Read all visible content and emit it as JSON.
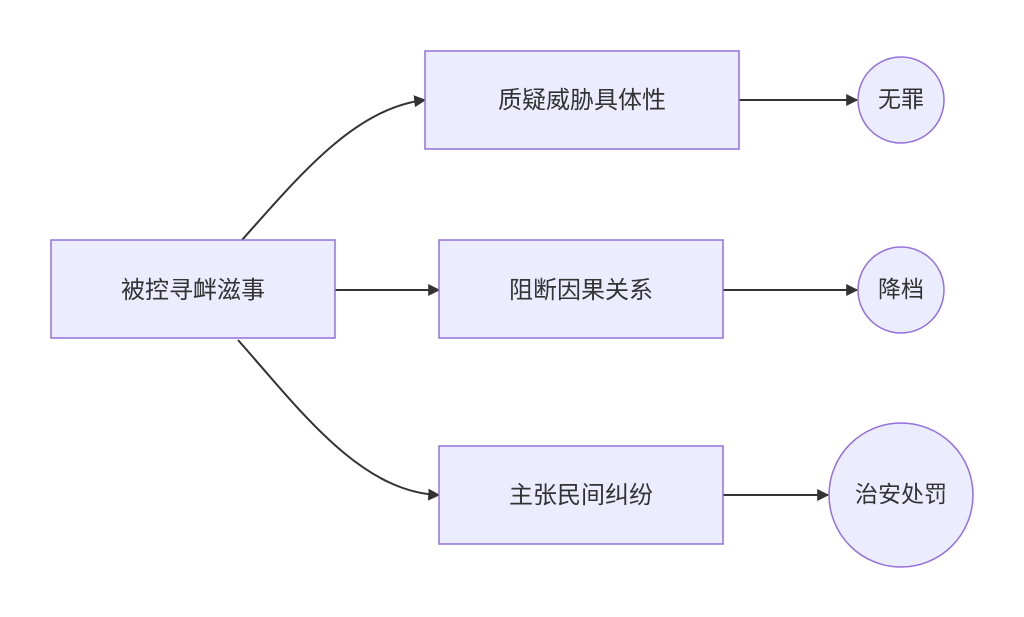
{
  "diagram": {
    "root": {
      "label": "被控寻衅滋事"
    },
    "strategies": [
      {
        "label": "质疑威胁具体性",
        "outcome": "无罪"
      },
      {
        "label": "阻断因果关系",
        "outcome": "降档"
      },
      {
        "label": "主张民间纠纷",
        "outcome": "治安处罚"
      }
    ]
  },
  "colors": {
    "node_fill": "#ECECFF",
    "node_stroke": "#9370DB",
    "edge": "#333333",
    "text": "#333333"
  }
}
